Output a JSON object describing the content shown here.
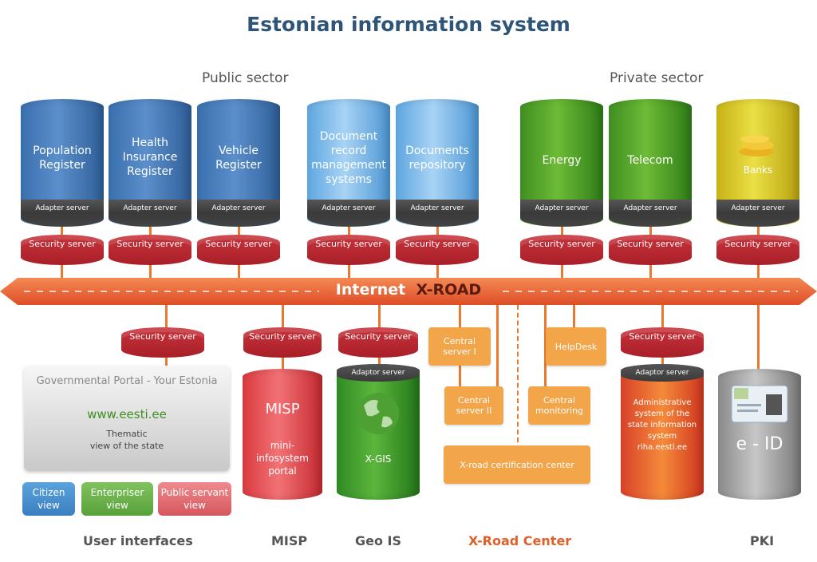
{
  "title": "Estonian information system",
  "sectors": {
    "public": "Public sector",
    "private": "Private sector"
  },
  "adapter_label": "Adapter server",
  "adaptor_label": "Adaptor server",
  "security_label": "Security server",
  "registers": [
    {
      "line1": "Population",
      "line2": "Register",
      "line3": "",
      "line4": ""
    },
    {
      "line1": "Health",
      "line2": "Insurance",
      "line3": "Register",
      "line4": ""
    },
    {
      "line1": "Vehicle",
      "line2": "Register",
      "line3": "",
      "line4": ""
    },
    {
      "line1": "Document",
      "line2": "record",
      "line3": "management",
      "line4": "systems"
    },
    {
      "line1": "Documents",
      "line2": "repository",
      "line3": "",
      "line4": ""
    },
    {
      "line1": "Energy",
      "line2": "",
      "line3": "",
      "line4": ""
    },
    {
      "line1": "Telecom",
      "line2": "",
      "line3": "",
      "line4": ""
    },
    {
      "line1": "Banks",
      "line2": "",
      "line3": "",
      "line4": ""
    }
  ],
  "xroad": {
    "internet": "Internet",
    "name": "X-ROAD"
  },
  "portal": {
    "title": "Governmental Portal - Your Estonia",
    "url": "www.eesti.ee",
    "desc_line1": "Thematic",
    "desc_line2": "view of the state"
  },
  "ui_buttons": [
    {
      "line1": "Citizen",
      "line2": "view"
    },
    {
      "line1": "Enterpriser",
      "line2": "view"
    },
    {
      "line1": "Public servant",
      "line2": "view"
    }
  ],
  "misp": {
    "title": "MISP",
    "line1": "mini-",
    "line2": "infosystem",
    "line3": "portal"
  },
  "geo": {
    "label": "X-GIS"
  },
  "center": {
    "central1_l1": "Central",
    "central1_l2": "server I",
    "central2_l1": "Central",
    "central2_l2": "server II",
    "helpdesk": "HelpDesk",
    "monitoring_l1": "Central",
    "monitoring_l2": "monitoring",
    "cert": "X-road certification center"
  },
  "admin": {
    "line1": "Administrative",
    "line2": "system of the",
    "line3": "state information",
    "line4": "system",
    "url": "riha.eesti.ee"
  },
  "eid": {
    "label": "e - ID"
  },
  "categories": {
    "ui": "User interfaces",
    "misp": "MISP",
    "geo": "Geo IS",
    "center": "X-Road Center",
    "pki": "PKI"
  },
  "colors": {
    "accent_orange": "#e0602a",
    "security_red": "#b52830",
    "title_blue": "#2e5478"
  }
}
